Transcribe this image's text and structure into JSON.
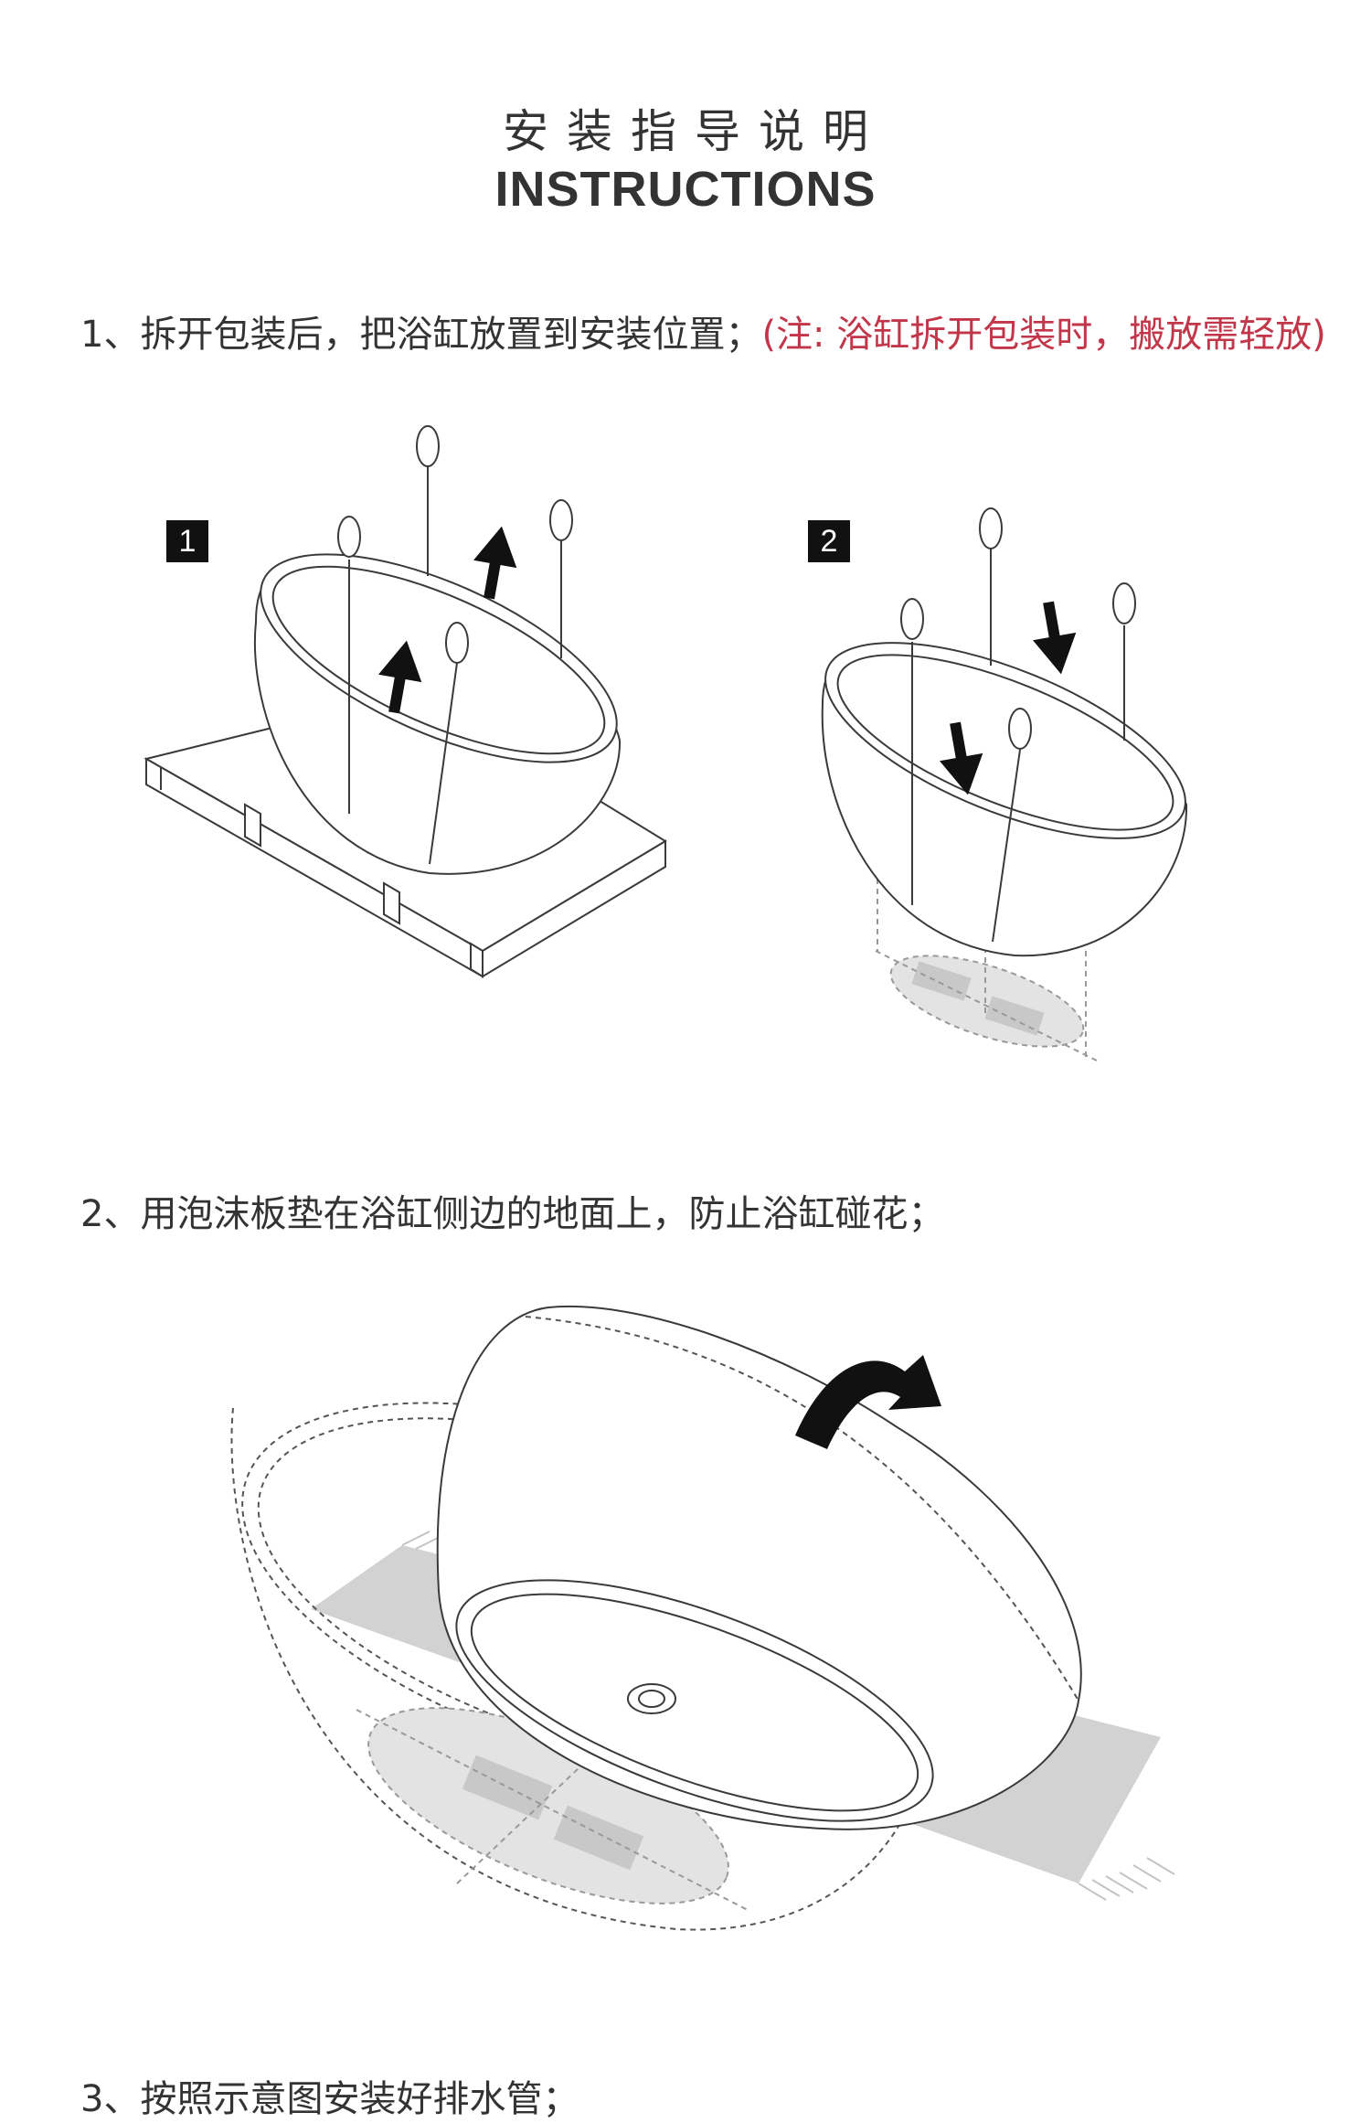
{
  "header": {
    "title_cn": "安装指导说明",
    "title_en": "INSTRUCTIONS"
  },
  "steps": [
    {
      "text": "1、拆开包装后，把浴缸放置到安装位置；",
      "note": "(注: 浴缸拆开包装时，搬放需轻放)"
    },
    {
      "text": "2、用泡沫板垫在浴缸侧边的地面上，防止浴缸碰花；",
      "note": ""
    },
    {
      "text": "3、按照示意图安装好排水管；",
      "note": ""
    }
  ],
  "illustrations": {
    "badge_1": "1",
    "badge_2": "2"
  },
  "colors": {
    "text": "#333333",
    "note": "#c2364a",
    "line": "#3a3a3a",
    "shade": "#d9d9d9"
  }
}
